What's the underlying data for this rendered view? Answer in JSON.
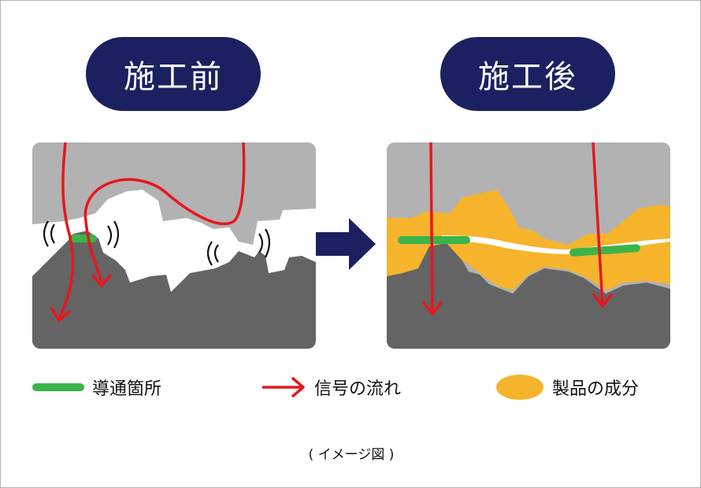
{
  "headings": {
    "before": "施工前",
    "after": "施工後"
  },
  "legend": {
    "contact": "導通箇所",
    "signal": "信号の流れ",
    "product": "製品の成分"
  },
  "caption": "( イメージ図 )",
  "colors": {
    "navy": "#1b2160",
    "light_gray": "#b2b2b2",
    "dark_gray": "#646464",
    "red": "#e8161d",
    "green": "#3cb44a",
    "orange": "#f5b42b"
  }
}
